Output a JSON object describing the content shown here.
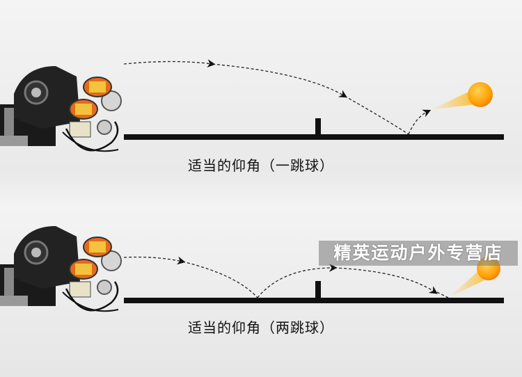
{
  "panels": [
    {
      "caption": "适当的仰角（一跳球）"
    },
    {
      "caption": "适当的仰角（两跳球）"
    }
  ],
  "watermark": "精英运动户外专营店",
  "colors": {
    "table_line": "#111111",
    "ball": "#ff9a00",
    "trajectory": "#222222"
  },
  "icons": [
    "ping-pong-robot-icon",
    "ball-icon",
    "arrow-icon"
  ]
}
